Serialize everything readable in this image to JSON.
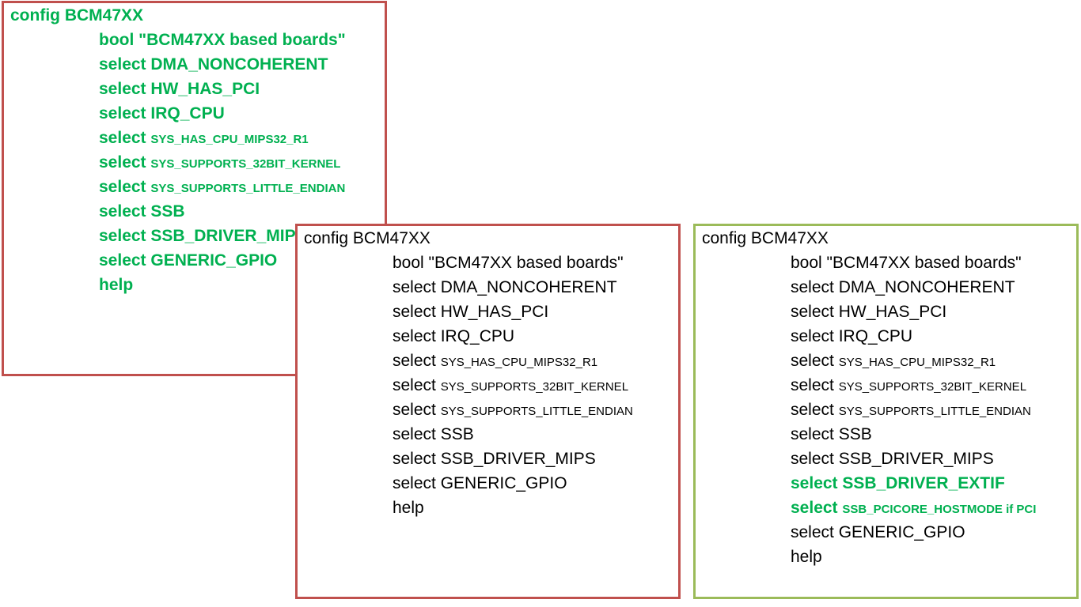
{
  "panels": [
    {
      "id": "panel-1",
      "border_color": "#c0504d",
      "lines": [
        {
          "kw": "config",
          "val": "BCM47XX",
          "indent": false,
          "small": false,
          "highlight": true
        },
        {
          "kw": "bool",
          "val": "\"BCM47XX based boards\"",
          "indent": true,
          "small": false,
          "highlight": true
        },
        {
          "kw": "select",
          "val": "DMA_NONCOHERENT",
          "indent": true,
          "small": false,
          "highlight": true
        },
        {
          "kw": "select",
          "val": "HW_HAS_PCI",
          "indent": true,
          "small": false,
          "highlight": true
        },
        {
          "kw": "select",
          "val": "IRQ_CPU",
          "indent": true,
          "small": false,
          "highlight": true
        },
        {
          "kw": "select",
          "val": "SYS_HAS_CPU_MIPS32_R1",
          "indent": true,
          "small": true,
          "highlight": true
        },
        {
          "kw": "select",
          "val": "SYS_SUPPORTS_32BIT_KERNEL",
          "indent": true,
          "small": true,
          "highlight": true
        },
        {
          "kw": "select",
          "val": "SYS_SUPPORTS_LITTLE_ENDIAN",
          "indent": true,
          "small": true,
          "highlight": true
        },
        {
          "kw": "select",
          "val": "SSB",
          "indent": true,
          "small": false,
          "highlight": true
        },
        {
          "kw": "select",
          "val": "SSB_DRIVER_MIPS",
          "indent": true,
          "small": false,
          "highlight": true
        },
        {
          "kw": "select",
          "val": "GENERIC_GPIO",
          "indent": true,
          "small": false,
          "highlight": true
        },
        {
          "kw": "help",
          "val": "",
          "indent": true,
          "small": false,
          "highlight": true
        }
      ]
    },
    {
      "id": "panel-2",
      "border_color": "#c0504d",
      "lines": [
        {
          "kw": "config",
          "val": "BCM47XX",
          "indent": false,
          "small": false,
          "highlight": false
        },
        {
          "kw": "bool",
          "val": "\"BCM47XX based boards\"",
          "indent": true,
          "small": false,
          "highlight": false
        },
        {
          "kw": "select",
          "val": "DMA_NONCOHERENT",
          "indent": true,
          "small": false,
          "highlight": false
        },
        {
          "kw": "select",
          "val": "HW_HAS_PCI",
          "indent": true,
          "small": false,
          "highlight": false
        },
        {
          "kw": "select",
          "val": "IRQ_CPU",
          "indent": true,
          "small": false,
          "highlight": false
        },
        {
          "kw": "select",
          "val": "SYS_HAS_CPU_MIPS32_R1",
          "indent": true,
          "small": true,
          "highlight": false
        },
        {
          "kw": "select",
          "val": "SYS_SUPPORTS_32BIT_KERNEL",
          "indent": true,
          "small": true,
          "highlight": false
        },
        {
          "kw": "select",
          "val": "SYS_SUPPORTS_LITTLE_ENDIAN",
          "indent": true,
          "small": true,
          "highlight": false
        },
        {
          "kw": "select",
          "val": "SSB",
          "indent": true,
          "small": false,
          "highlight": false
        },
        {
          "kw": "select",
          "val": "SSB_DRIVER_MIPS",
          "indent": true,
          "small": false,
          "highlight": false
        },
        {
          "kw": "select",
          "val": "GENERIC_GPIO",
          "indent": true,
          "small": false,
          "highlight": false
        },
        {
          "kw": "help",
          "val": "",
          "indent": true,
          "small": false,
          "highlight": false
        }
      ]
    },
    {
      "id": "panel-3",
      "border_color": "#9bbb59",
      "lines": [
        {
          "kw": "config",
          "val": "BCM47XX",
          "indent": false,
          "small": false,
          "highlight": false
        },
        {
          "kw": "bool",
          "val": "\"BCM47XX based boards\"",
          "indent": true,
          "small": false,
          "highlight": false
        },
        {
          "kw": "select",
          "val": "DMA_NONCOHERENT",
          "indent": true,
          "small": false,
          "highlight": false
        },
        {
          "kw": "select",
          "val": "HW_HAS_PCI",
          "indent": true,
          "small": false,
          "highlight": false
        },
        {
          "kw": "select",
          "val": "IRQ_CPU",
          "indent": true,
          "small": false,
          "highlight": false
        },
        {
          "kw": "select",
          "val": "SYS_HAS_CPU_MIPS32_R1",
          "indent": true,
          "small": true,
          "highlight": false
        },
        {
          "kw": "select",
          "val": "SYS_SUPPORTS_32BIT_KERNEL",
          "indent": true,
          "small": true,
          "highlight": false
        },
        {
          "kw": "select",
          "val": "SYS_SUPPORTS_LITTLE_ENDIAN",
          "indent": true,
          "small": true,
          "highlight": false
        },
        {
          "kw": "select",
          "val": "SSB",
          "indent": true,
          "small": false,
          "highlight": false
        },
        {
          "kw": "select",
          "val": "SSB_DRIVER_MIPS",
          "indent": true,
          "small": false,
          "highlight": false
        },
        {
          "kw": "select",
          "val": "SSB_DRIVER_EXTIF",
          "indent": true,
          "small": false,
          "highlight": true
        },
        {
          "kw": "select",
          "val": "SSB_PCICORE_HOSTMODE  if PCI",
          "indent": true,
          "small": true,
          "highlight": true
        },
        {
          "kw": "select",
          "val": "GENERIC_GPIO",
          "indent": true,
          "small": false,
          "highlight": false
        },
        {
          "kw": "help",
          "val": "",
          "indent": true,
          "small": false,
          "highlight": false
        }
      ]
    }
  ],
  "colors": {
    "highlight_text": "#00b050",
    "normal_text": "#000000",
    "red_border": "#c0504d",
    "green_border": "#9bbb59"
  }
}
